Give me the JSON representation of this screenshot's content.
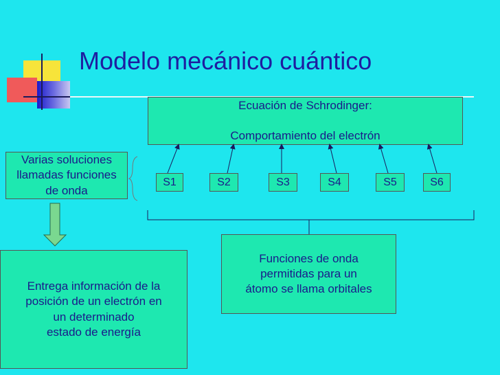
{
  "title": "Modelo mecánico cuántico",
  "equation_box": {
    "line1": "Ecuación de Schrodinger:",
    "line2": "Comportamiento del electrón"
  },
  "solutions": [
    "S1",
    "S2",
    "S3",
    "S4",
    "S5",
    "S6"
  ],
  "left_box": "Varias soluciones\nllamadas funciones\nde onda",
  "info_box": "Entrega información de la\nposición de un electrón en\nun determinado\nestado de energía",
  "orbitals_box": "Funciones de onda\npermitidas para un\nátomo se llama orbitales",
  "colors": {
    "background": "#1ee6ee",
    "box_fill": "#1ee8b0",
    "title": "#1e1ea0",
    "text": "#1a1a8a"
  }
}
